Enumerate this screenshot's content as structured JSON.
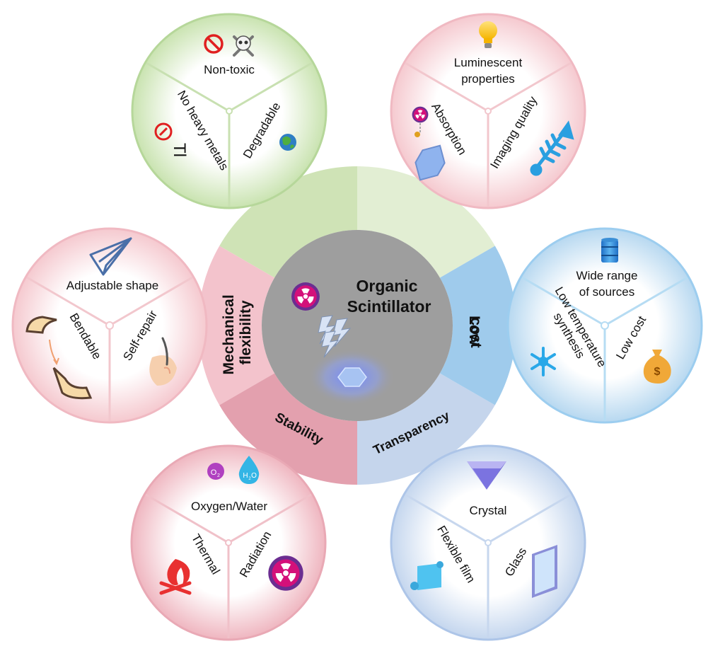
{
  "center": {
    "line1": "Organic",
    "line2": "Scintillator"
  },
  "sectors": {
    "green": "",
    "mechanical": {
      "line1": "Mechanical",
      "line2": "flexibility"
    },
    "stability": "Stability",
    "transparency": "Transparency",
    "lowcost": {
      "line1": "Low",
      "line2": "cost"
    }
  },
  "circles": {
    "nontoxic": {
      "top": "Non-toxic",
      "left": "No heavy metals",
      "right": "Degradable",
      "tl_symbol": "Tl",
      "icons": [
        "prohibition-icon",
        "skull-crossbones-icon",
        "earth-icon"
      ]
    },
    "luminescent": {
      "top_line1": "Luminescent",
      "top_line2": "properties",
      "left": "Absorption",
      "right": "Imaging quality",
      "icons": [
        "light-bulb-icon",
        "radiation-icon",
        "hexagon-icon",
        "fish-skeleton-icon"
      ]
    },
    "shape": {
      "top": "Adjustable shape",
      "left": "Bendable",
      "right": "Self-repair",
      "icons": [
        "paper-plane-icon",
        "bent-sheet-icon",
        "bandage-icon"
      ]
    },
    "sources": {
      "top_line1": "Wide range",
      "top_line2": "of sources",
      "left_line1": "Low temperature",
      "left_line2": "synthesis",
      "right": "Low cost",
      "icons": [
        "oil-barrel-icon",
        "snowflake-icon",
        "money-bag-icon"
      ]
    },
    "stability": {
      "top": "Oxygen/Water",
      "left": "Thermal",
      "right": "Radiation",
      "o2": "O",
      "o2_sub": "2",
      "h2o_a": "H",
      "h2o_sub": "2",
      "h2o_b": "O",
      "icons": [
        "oxygen-icon",
        "water-drop-icon",
        "fire-icon",
        "radiation-icon"
      ]
    },
    "transparency": {
      "top": "Crystal",
      "left": "Flexible film",
      "right": "Glass",
      "icons": [
        "diamond-icon",
        "film-scroll-icon",
        "glass-pane-icon"
      ]
    }
  },
  "colors": {
    "green_sector": "#cfe3b6",
    "green_light": "#e2eed3",
    "mechanical_sector": "#f3c3cc",
    "stability_sector": "#e3a0ae",
    "transparency_sector": "#c5d5ec",
    "lowcost_sector": "#9fcbec",
    "center": "#9e9e9e",
    "radiation_magenta": "#d4107a",
    "radiation_purple": "#6b2d91"
  }
}
